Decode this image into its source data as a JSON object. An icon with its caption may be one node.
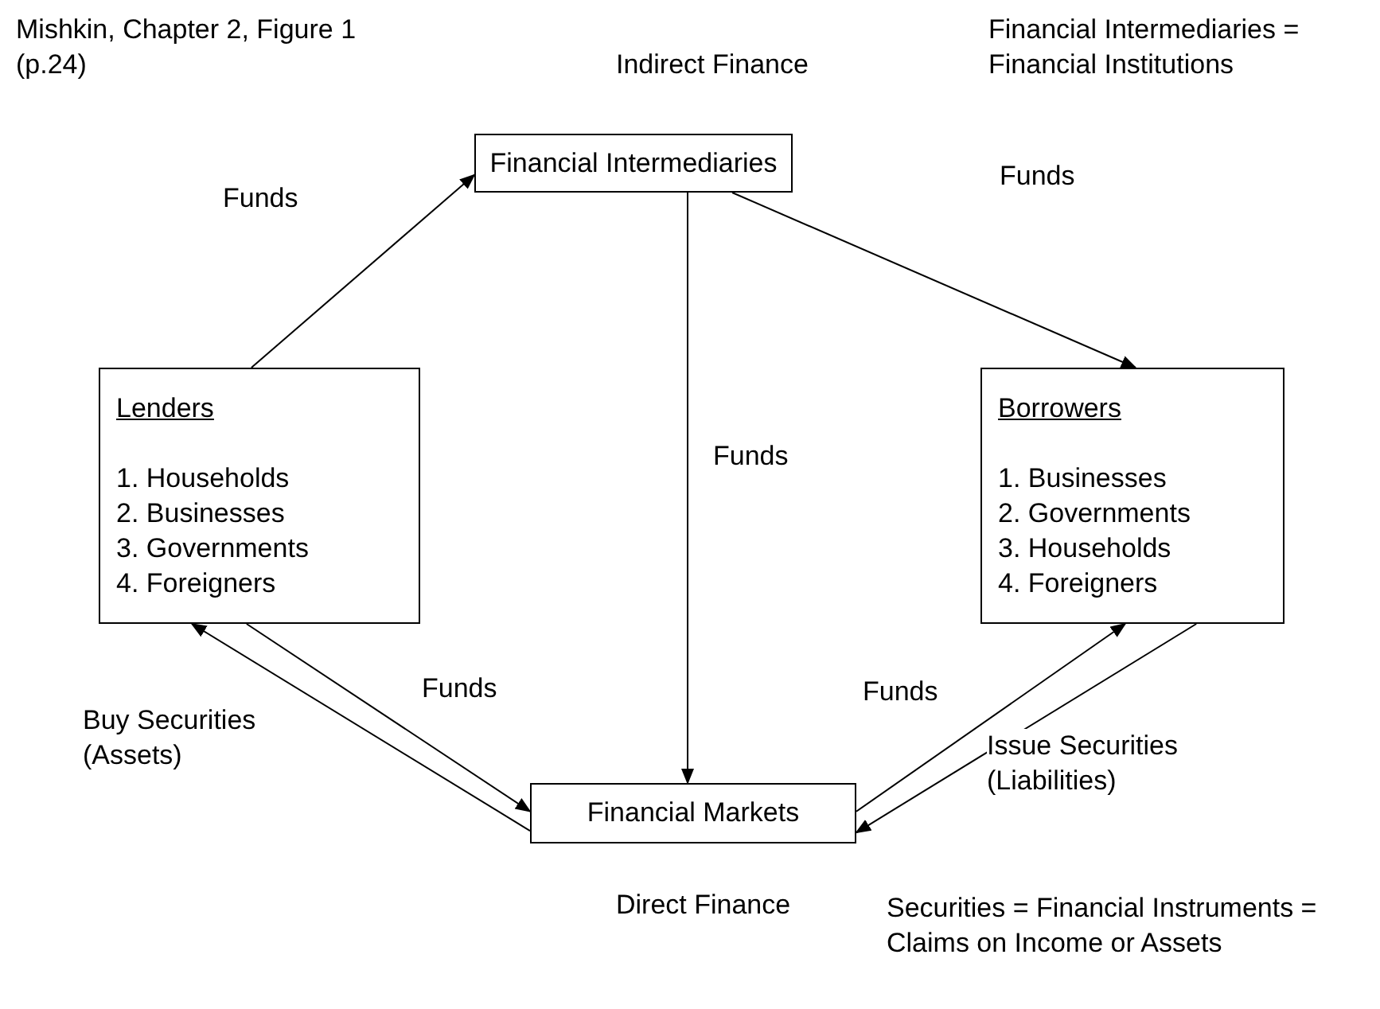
{
  "diagram": {
    "nodes": [
      {
        "text": [
          "Financial Intermediaries"
        ],
        "beside": [
          "Indirect Finance"
        ]
      },
      {
        "text": [
          "Lenders",
          "1. Households",
          "2. Businesses",
          "3. Governments",
          "4. Foreigners"
        ]
      },
      {
        "text": [
          "Borrowers",
          "1. Businesses",
          "2. Governments",
          "3. Households",
          "4. Foreigners"
        ]
      },
      {
        "text": [
          "Financial Markets"
        ],
        "beside": [
          "Direct Finance"
        ]
      }
    ],
    "edges": [
      {
        "from": 1,
        "to": 0,
        "arrow": "to",
        "label": "Funds"
      },
      {
        "from": 0,
        "to": 2,
        "arrow": "to",
        "label": "Funds"
      },
      {
        "from": 0,
        "to": 3,
        "arrow": "to",
        "label": "Funds"
      },
      {
        "from": 1,
        "to": 3,
        "arrow": "to",
        "label": "Funds"
      },
      {
        "from": 3,
        "to": 1,
        "arrow": "to",
        "label": "Buy Securities (Assets)"
      },
      {
        "from": 3,
        "to": 2,
        "arrow": "to",
        "label": "Funds"
      },
      {
        "from": 2,
        "to": 3,
        "arrow": "to",
        "label": "Issue Securities (Liabilities)"
      }
    ],
    "labels": [
      "Mishkin, Chapter 2, Figure 1 (p.24)",
      "Financial Intermediaries = Financial Institutions",
      "Securities = Financial Instruments = Claims on Income or Assets"
    ]
  }
}
